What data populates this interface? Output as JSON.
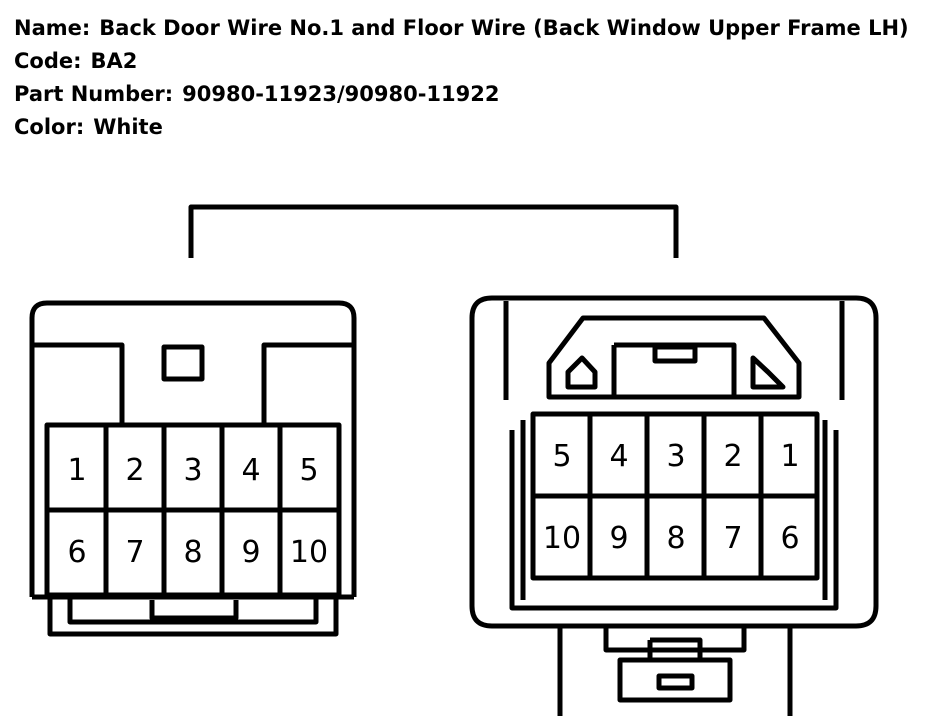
{
  "info": {
    "name_label": "Name:",
    "name_value": "Back Door Wire No.1 and Floor Wire (Back Window Upper Frame LH)",
    "code_label": "Code:",
    "code_value": "BA2",
    "part_label": "Part Number:",
    "part_value": "90980-11923/90980-11922",
    "color_label": "Color:",
    "color_value": "White"
  },
  "connectors": {
    "left": {
      "row1": [
        "1",
        "2",
        "3",
        "4",
        "5"
      ],
      "row2": [
        "6",
        "7",
        "8",
        "9",
        "10"
      ]
    },
    "right": {
      "row1": [
        "5",
        "4",
        "3",
        "2",
        "1"
      ],
      "row2": [
        "10",
        "9",
        "8",
        "7",
        "6"
      ]
    }
  }
}
